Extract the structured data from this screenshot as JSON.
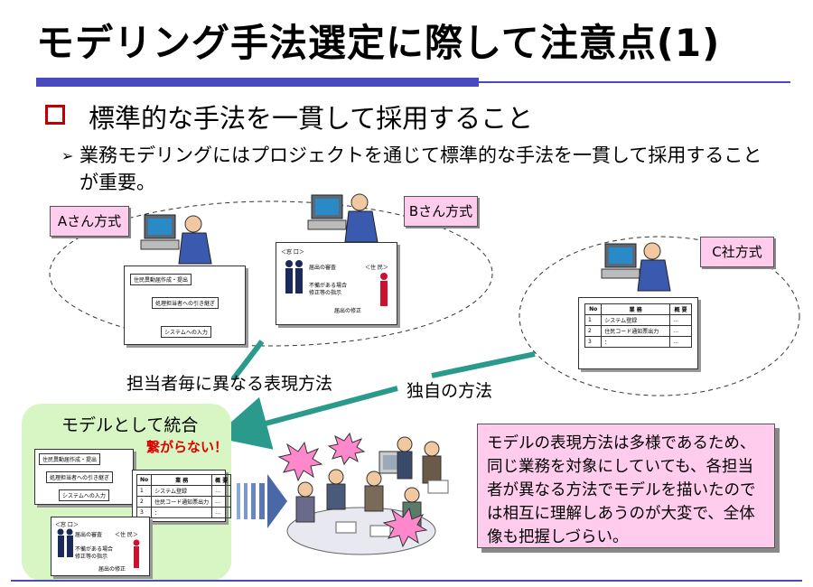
{
  "slide": {
    "title": "モデリング手法選定に際して注意点(1)",
    "heading": "標準的な手法を一貫して採用すること",
    "sub_marker": "➢",
    "sub_text": "業務モデリングにはプロジェクトを通じて標準的な手法を一貫して採用することが重要。"
  },
  "callouts": {
    "a": "Aさん方式",
    "b": "Bさん方式",
    "c": "C社方式"
  },
  "flow_doc": {
    "steps": [
      "住民異動届作成・提出",
      "処理担当者への引き継ぎ",
      "システムへの入力"
    ]
  },
  "person_doc": {
    "window": "＜窓 口＞",
    "resident": "＜住 民＞",
    "steps": [
      "届出の審査",
      "不備がある場合",
      "修正等の指示",
      "届出の修正"
    ]
  },
  "table_doc": {
    "headers": [
      "No",
      "業 務",
      "概 要"
    ],
    "rows": [
      [
        "1",
        "システム登録",
        "…"
      ],
      [
        "2",
        "住民コード通知票出力",
        "…"
      ],
      [
        "3",
        "：",
        "…"
      ]
    ]
  },
  "labels": {
    "different_expressions": "担当者毎に異なる表現方法",
    "own_method": "独自の方法",
    "integrate_as_model": "モデルとして統合",
    "not_connected": "繋がらない！"
  },
  "note": "モデルの表現方法は多様であるため、同じ業務を対象にしていても、各担当者が異なる方法でモデルを描いたのでは相互に理解しあうのが大変で、全体像も把握しづらい。",
  "colors": {
    "accent_bar": "#4a4ac0",
    "bullet": "#c00000",
    "callout_fill": "#ffccee",
    "model_panel": "#d8f5c4",
    "arrow": "#2a9a8c",
    "alert_text": "#e00000"
  }
}
